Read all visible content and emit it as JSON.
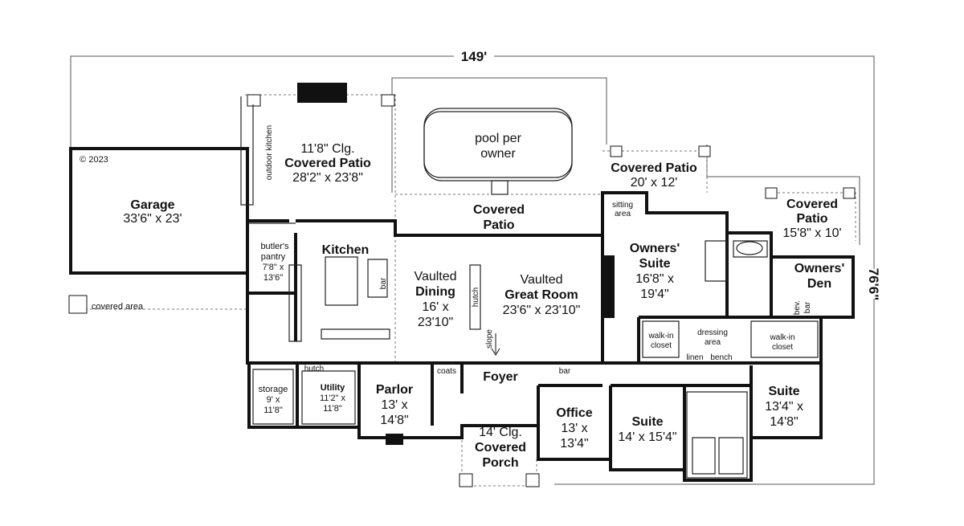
{
  "dimensions": {
    "width": "149'",
    "depth": "76'6\""
  },
  "copyright": "© 2023",
  "rooms": {
    "garage": {
      "name": "Garage",
      "size": "33'6\" x 23'"
    },
    "covered_area": "covered area",
    "patio_left": {
      "ceiling": "11'8\" Clg.",
      "name": "Covered Patio",
      "size": "28'2\" x 23'8\""
    },
    "outdoor_kitchen": "outdoor kitchen",
    "pool": {
      "line1": "pool per",
      "line2": "owner"
    },
    "patio_center": {
      "line1": "Covered",
      "line2": "Patio"
    },
    "patio_owner": {
      "name": "Covered Patio",
      "size": "20' x 12'"
    },
    "patio_right": {
      "line1": "Covered",
      "line2": "Patio",
      "size": "15'8\" x 10'"
    },
    "butlers_pantry": {
      "line1": "butler's",
      "line2": "pantry",
      "line3": "7'8\" x",
      "line4": "13'6\""
    },
    "kitchen": {
      "name": "Kitchen",
      "bar": "bar"
    },
    "dining": {
      "line1": "Vaulted",
      "line2": "Dining",
      "line3": "16' x",
      "line4": "23'10\"",
      "hutch": "hutch",
      "slope": "slope"
    },
    "great_room": {
      "line1": "Vaulted",
      "line2": "Great Room",
      "size": "23'6\" x 23'10\""
    },
    "owners_suite": {
      "line1": "Owners'",
      "line2": "Suite",
      "line3": "16'8\" x",
      "line4": "19'4\"",
      "sitting1": "sitting",
      "sitting2": "area"
    },
    "owners_den": {
      "line1": "Owners'",
      "line2": "Den",
      "bev1": "bev.",
      "bev2": "bar"
    },
    "closet_left": {
      "line1": "walk-in",
      "line2": "closet"
    },
    "closet_right": {
      "line1": "walk-in",
      "line2": "closet"
    },
    "dressing": {
      "line1": "dressing",
      "line2": "area",
      "linen": "linen",
      "bench": "bench"
    },
    "storage": {
      "line1": "storage",
      "line2": "9' x",
      "line3": "11'8\""
    },
    "utility": {
      "hutch": "hutch",
      "line1": "Utility",
      "line2": "11'2\" x",
      "line3": "11'8\""
    },
    "parlor": {
      "name": "Parlor",
      "line2": "13' x",
      "line3": "14'8\""
    },
    "coats": "coats",
    "foyer": "Foyer",
    "bar": "bar",
    "porch": {
      "ceiling": "14' Clg.",
      "line1": "Covered",
      "line2": "Porch"
    },
    "office": {
      "name": "Office",
      "line2": "13' x",
      "line3": "13'4\""
    },
    "suite_mid": {
      "name": "Suite",
      "size": "14' x 15'4\""
    },
    "suite_right": {
      "name": "Suite",
      "line2": "13'4\" x",
      "line3": "14'8\""
    }
  }
}
